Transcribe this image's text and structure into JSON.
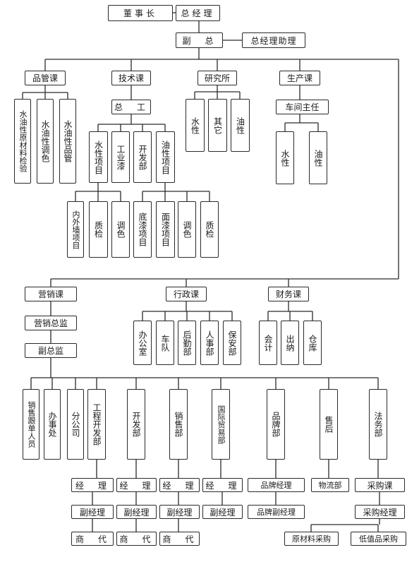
{
  "boxes": [
    {
      "id": "chairman",
      "label": "董事长"
    },
    {
      "id": "gm",
      "label": "总经理"
    },
    {
      "id": "vgm",
      "label": "副　总"
    },
    {
      "id": "gm_assistant",
      "label": "总经理助理"
    },
    {
      "id": "qc_dept",
      "label": "品管课"
    },
    {
      "id": "tech_dept",
      "label": "技术课"
    },
    {
      "id": "research",
      "label": "研究所"
    },
    {
      "id": "production",
      "label": "生产课"
    },
    {
      "id": "qc_raw",
      "label": "水油性原材料检验"
    },
    {
      "id": "qc_color",
      "label": "水油性调色"
    },
    {
      "id": "qc_product",
      "label": "水油性品管"
    },
    {
      "id": "chief_engineer",
      "label": "总　工"
    },
    {
      "id": "water_project",
      "label": "水性项目"
    },
    {
      "id": "industrial_paint",
      "label": "工业漆"
    },
    {
      "id": "dev_dept",
      "label": "开发部"
    },
    {
      "id": "oil_project",
      "label": "油性项目"
    },
    {
      "id": "wall_project",
      "label": "内外墙项目"
    },
    {
      "id": "w_quality",
      "label": "质检"
    },
    {
      "id": "w_color",
      "label": "调色"
    },
    {
      "id": "primer_project",
      "label": "底漆项目"
    },
    {
      "id": "topcoat_project",
      "label": "面漆项目"
    },
    {
      "id": "o_color",
      "label": "调色"
    },
    {
      "id": "o_quality",
      "label": "质检"
    },
    {
      "id": "r_water",
      "label": "水性"
    },
    {
      "id": "r_other",
      "label": "其它"
    },
    {
      "id": "r_oil",
      "label": "油性"
    },
    {
      "id": "workshop_director",
      "label": "车间主任"
    },
    {
      "id": "p_water",
      "label": "水性"
    },
    {
      "id": "p_oil",
      "label": "油性"
    },
    {
      "id": "sales_dept",
      "label": "营销课"
    },
    {
      "id": "admin_dept",
      "label": "行政课"
    },
    {
      "id": "finance_dept",
      "label": "财务课"
    },
    {
      "id": "sales_director",
      "label": "营销总监"
    },
    {
      "id": "deputy_director",
      "label": "副总监"
    },
    {
      "id": "office",
      "label": "办公室"
    },
    {
      "id": "fleet",
      "label": "车队"
    },
    {
      "id": "logistics",
      "label": "后勤部"
    },
    {
      "id": "hr",
      "label": "人事部"
    },
    {
      "id": "security",
      "label": "保安部"
    },
    {
      "id": "accounting",
      "label": "会计"
    },
    {
      "id": "cashier",
      "label": "出纳"
    },
    {
      "id": "warehouse",
      "label": "仓库"
    },
    {
      "id": "sales_followup",
      "label": "销售跟单人员"
    },
    {
      "id": "branch_office",
      "label": "办事处"
    },
    {
      "id": "subsidiary",
      "label": "分公司"
    },
    {
      "id": "engineering_dev",
      "label": "工程开发部"
    },
    {
      "id": "dev_dept2",
      "label": "开发部"
    },
    {
      "id": "sales_sub",
      "label": "销售部"
    },
    {
      "id": "intl_trade",
      "label": "国际贸易部"
    },
    {
      "id": "brand_dept",
      "label": "品牌部"
    },
    {
      "id": "after_sales",
      "label": "售后"
    },
    {
      "id": "legal_dept",
      "label": "法务部"
    },
    {
      "id": "mgr_eng",
      "label": "经　理"
    },
    {
      "id": "mgr_dev",
      "label": "经　理"
    },
    {
      "id": "mgr_sales",
      "label": "经　理"
    },
    {
      "id": "mgr_intl",
      "label": "经　理"
    },
    {
      "id": "brand_mgr",
      "label": "品牌经理"
    },
    {
      "id": "logistics_dept",
      "label": "物流部"
    },
    {
      "id": "purchase_dept",
      "label": "采购课"
    },
    {
      "id": "dm_eng",
      "label": "副经理"
    },
    {
      "id": "dm_dev",
      "label": "副经理"
    },
    {
      "id": "dm_sales",
      "label": "副经理"
    },
    {
      "id": "dm_intl",
      "label": "副经理"
    },
    {
      "id": "brand_dm",
      "label": "品牌副经理"
    },
    {
      "id": "purchase_mgr",
      "label": "采购经理"
    },
    {
      "id": "agent_eng",
      "label": "商　代"
    },
    {
      "id": "agent_dev",
      "label": "商　代"
    },
    {
      "id": "agent_sales",
      "label": "商　代"
    },
    {
      "id": "raw_purchase",
      "label": "原材料采购"
    },
    {
      "id": "low_value_purchase",
      "label": "低值品采购"
    }
  ]
}
